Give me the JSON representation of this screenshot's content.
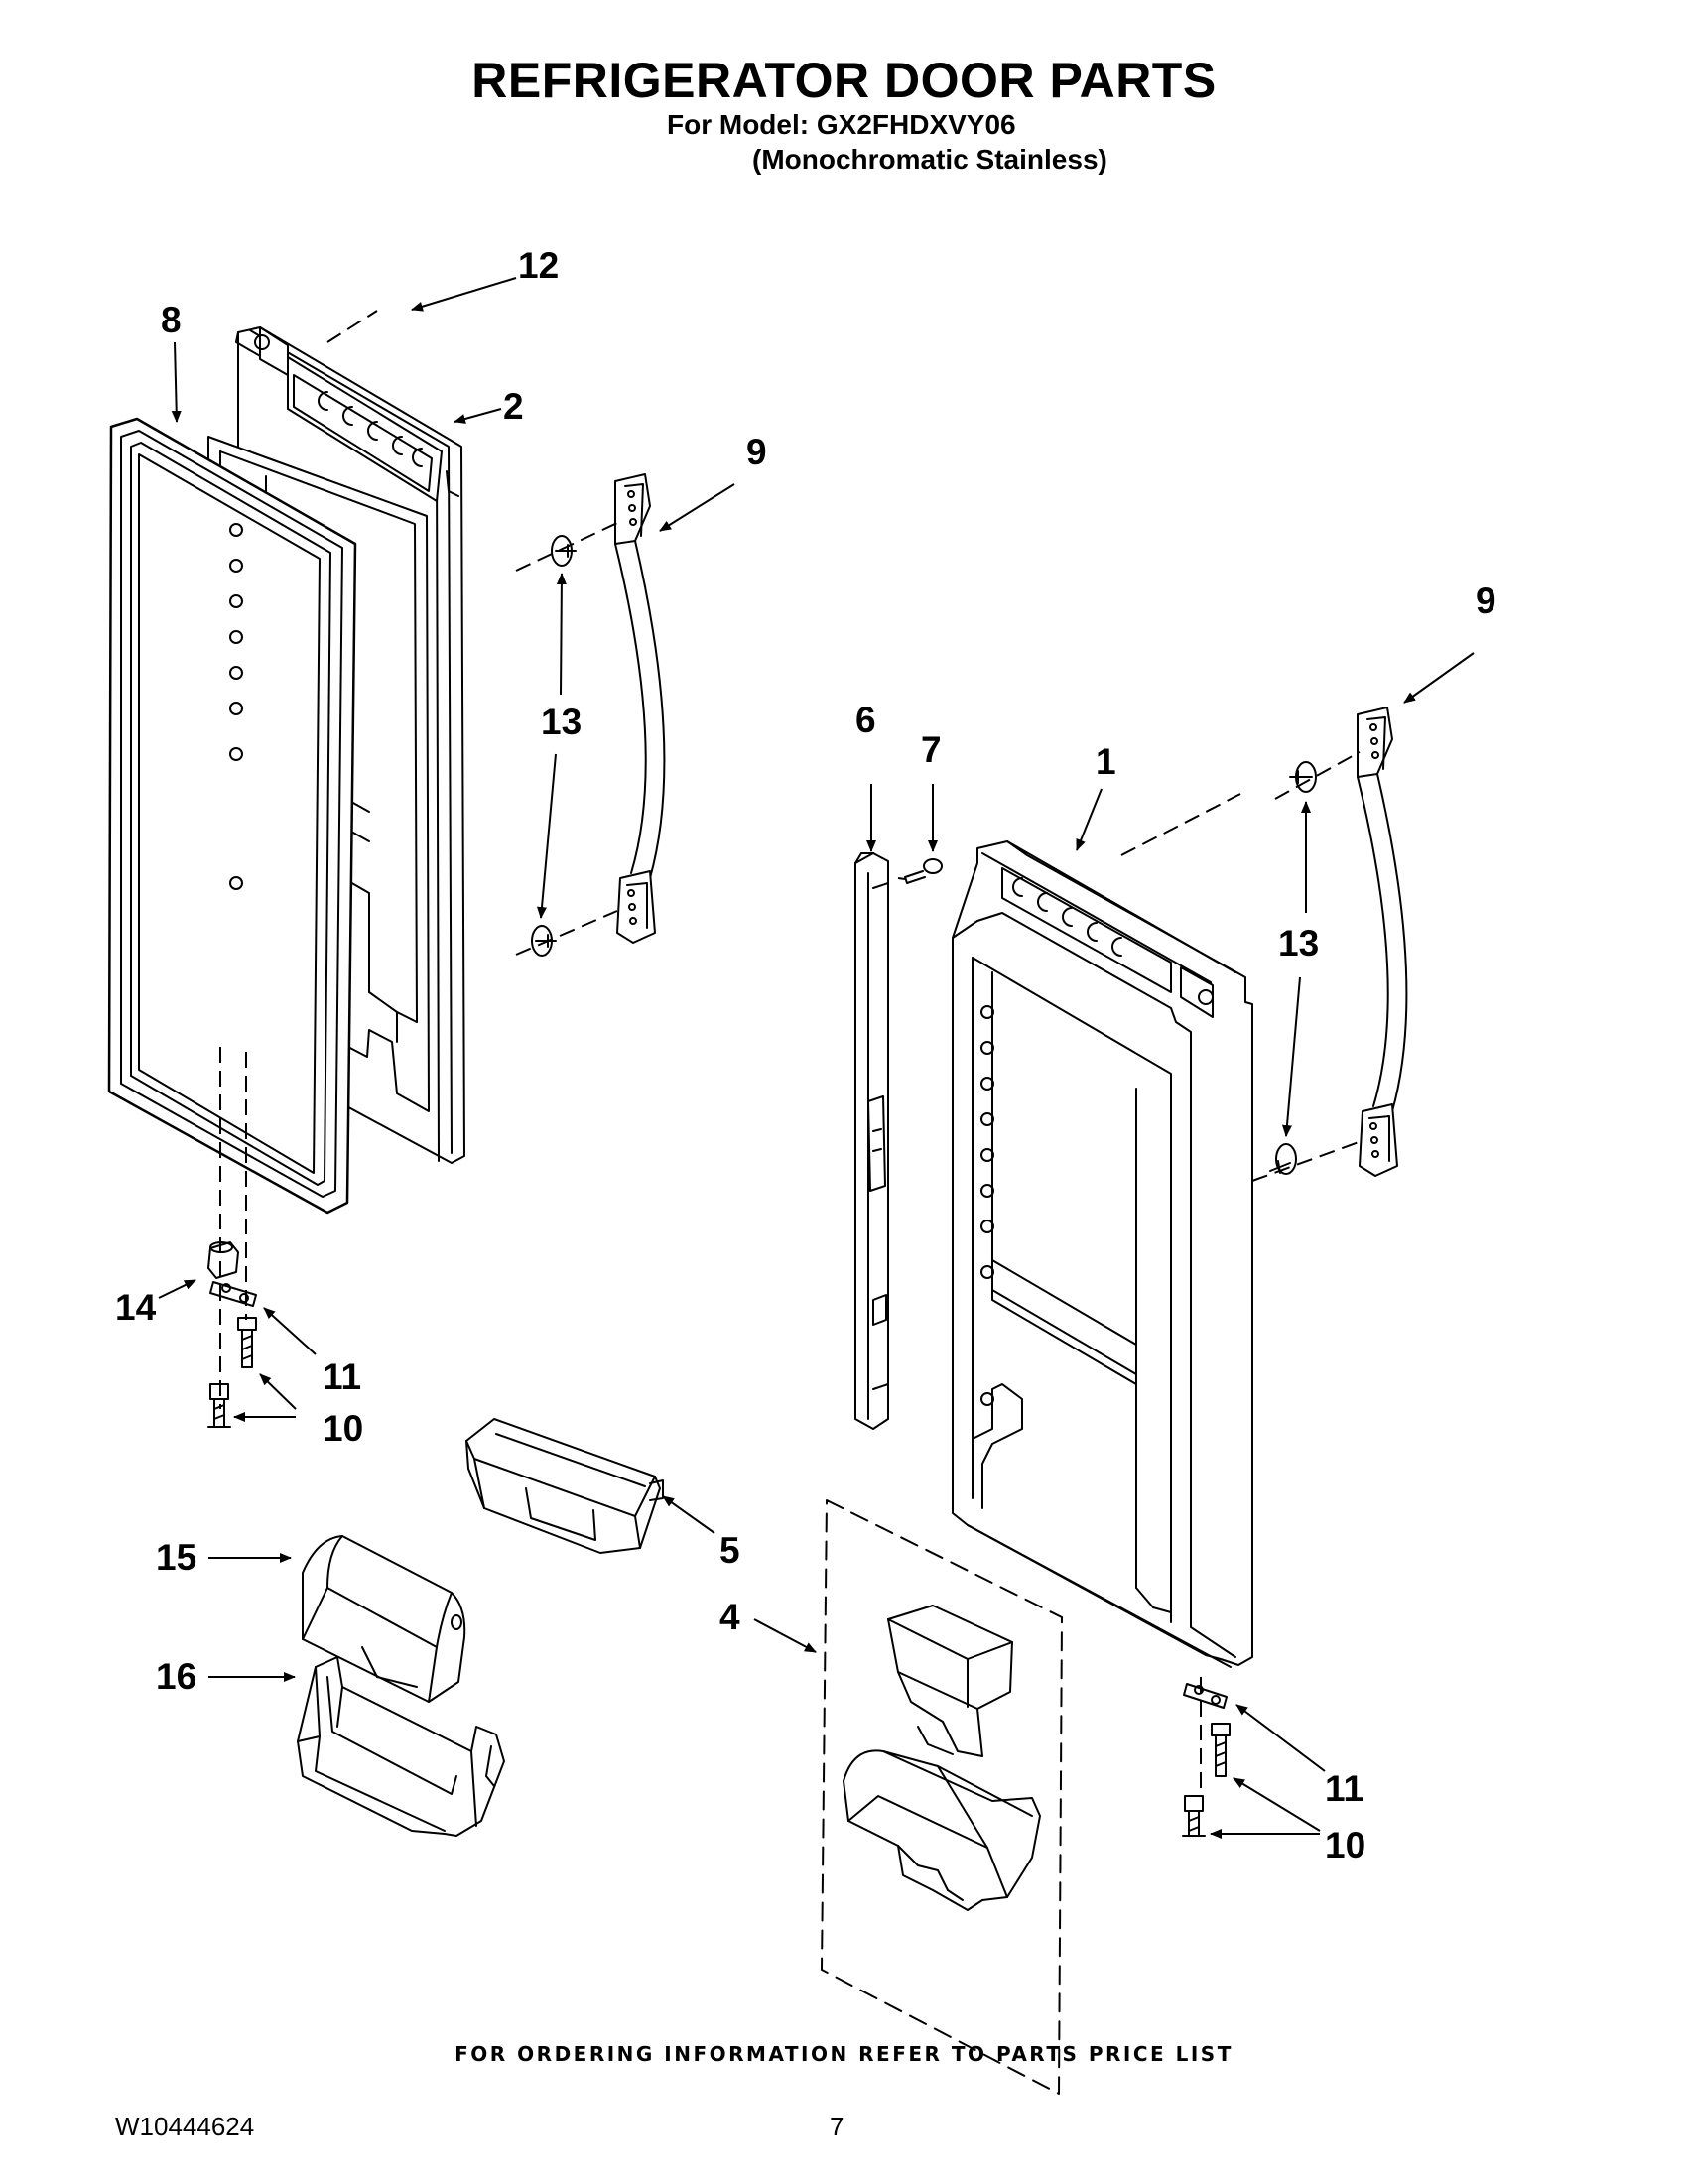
{
  "header": {
    "title": "REFRIGERATOR DOOR PARTS",
    "model_line": "For Model: GX2FHDXVY06",
    "finish_line": "(Monochromatic Stainless)"
  },
  "callouts": {
    "c12": "12",
    "c8": "8",
    "c2": "2",
    "c9a": "9",
    "c9b": "9",
    "c13a": "13",
    "c13b": "13",
    "c6": "6",
    "c7": "7",
    "c1": "1",
    "c14": "14",
    "c11a": "11",
    "c10a": "10",
    "c5": "5",
    "c15": "15",
    "c4": "4",
    "c16": "16",
    "c11b": "11",
    "c10b": "10"
  },
  "footer": {
    "ordering_note": "FOR ORDERING INFORMATION REFER TO PARTS PRICE LIST",
    "doc_number": "W10444624",
    "page_number": "7"
  }
}
